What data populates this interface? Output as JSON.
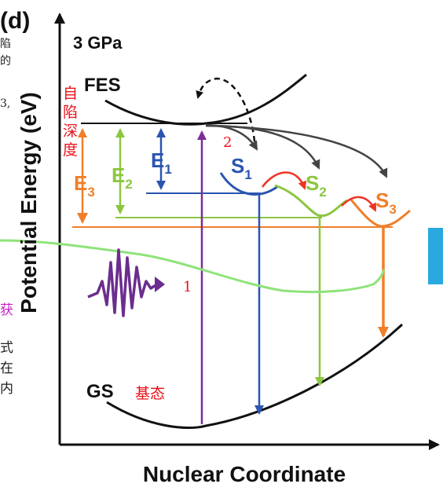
{
  "panel_label": "(d)",
  "pressure": "3 GPa",
  "axes": {
    "ylabel": "Potential Energy (eV)",
    "xlabel": "Nuclear Coordinate"
  },
  "states": {
    "fes": "FES",
    "gs": "GS",
    "gs_cn": "基态",
    "s1": {
      "main": "S",
      "sub": "1"
    },
    "s2": {
      "main": "S",
      "sub": "2"
    },
    "s3": {
      "main": "S",
      "sub": "3"
    }
  },
  "energies": {
    "e1": {
      "main": "E",
      "sub": "1"
    },
    "e2": {
      "main": "E",
      "sub": "2"
    },
    "e3": {
      "main": "E",
      "sub": "3"
    }
  },
  "annotations": {
    "self_trap_depth": [
      "自",
      "陷",
      "深",
      "度"
    ],
    "step1": "1",
    "step2": "2"
  },
  "margin_fragments": {
    "left_chars": [
      "陷",
      "的",
      "3,"
    ],
    "left_bottom": [
      "式",
      "在",
      "内"
    ],
    "left_magenta": "获"
  },
  "colors": {
    "black": "#111111",
    "blue": "#2a55b0",
    "green": "#8cc63f",
    "orange": "#f07f2a",
    "purple": "#7b2d96",
    "red_text": "#e8121a",
    "light_green": "#8fe37a",
    "cyan_block": "#29a9e0",
    "red_arrow": "#ee3324",
    "gray_arrow": "#444444"
  }
}
